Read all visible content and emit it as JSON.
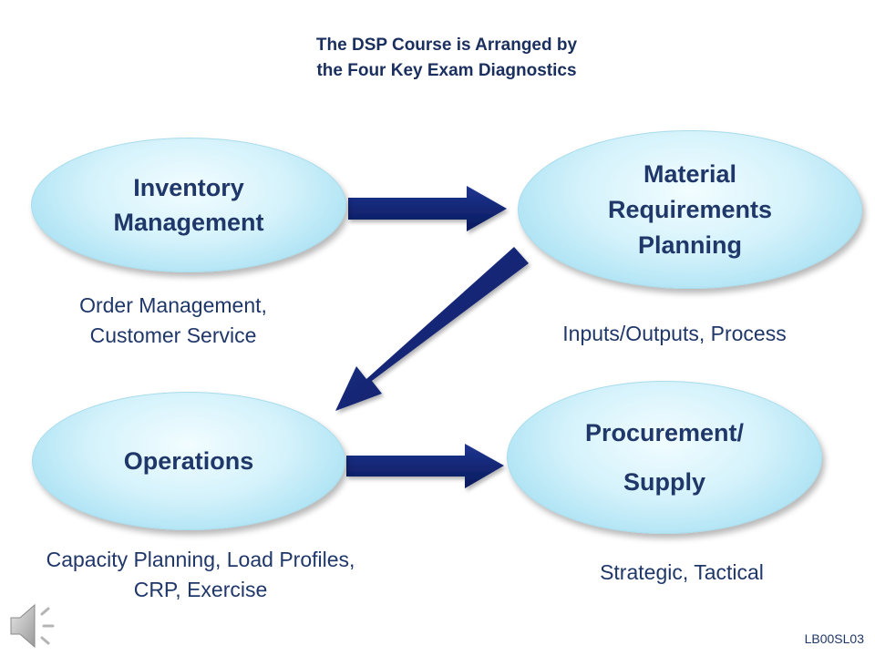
{
  "title": {
    "line1": "The DSP Course is Arranged by",
    "line2": "the Four Key Exam Diagnostics"
  },
  "nodes": {
    "inventory": {
      "line1": "Inventory",
      "line2": "Management"
    },
    "mrp": {
      "line1": "Material",
      "line2": "Requirements",
      "line3": "Planning"
    },
    "operations": {
      "line1": "Operations"
    },
    "procurement": {
      "line1": "Procurement/",
      "line2": "Supply"
    }
  },
  "subtopics": {
    "inventory": {
      "line1": "Order Management,",
      "line2": "Customer Service"
    },
    "mrp": {
      "line1": "Inputs/Outputs, Process"
    },
    "operations": {
      "line1": "Capacity Planning, Load Profiles,",
      "line2": "CRP, Exercise"
    },
    "procurement": {
      "line1": "Strategic, Tactical"
    }
  },
  "slide_code": "LB00SL03",
  "icons": {
    "audio": "speaker-icon"
  },
  "colors": {
    "title": "#1a2f5e",
    "node_text": "#1f3769",
    "arrow": "#0d1f6b",
    "oval_fill": "#c8eef9"
  }
}
